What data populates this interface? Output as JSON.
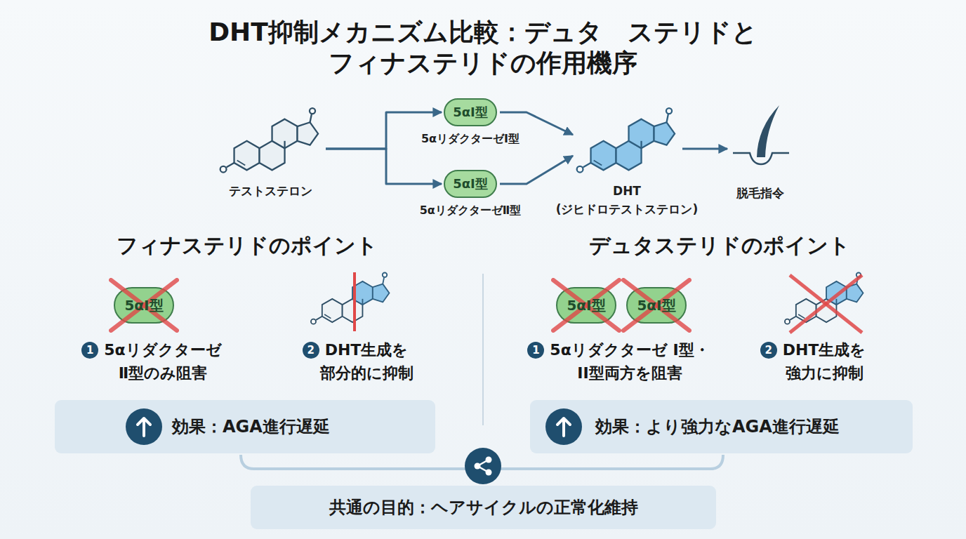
{
  "diagram": {
    "title": "DHT抑制メカニズム比較：デュタ　ステリドと フィナステリドの作用機序",
    "nodes": [
      {
        "text": [
          "テストステロン"
        ]
      },
      {
        "text": [
          "5αI型",
          "5αリダクターゼI型"
        ]
      },
      {
        "text": [
          "5αI型",
          "5αリダクターゼⅡ型"
        ]
      },
      {
        "text": [
          "DHT (ジヒドロテストステロン)"
        ]
      },
      {
        "text": [
          "脱毛指令"
        ]
      },
      {
        "text": [
          "5αI型"
        ]
      },
      {
        "text": [
          "5αI型"
        ]
      },
      {
        "text": [
          "5αI型"
        ]
      },
      {
        "text": [
          "効果：AGA進行遅延"
        ]
      },
      {
        "text": [
          "効果：より強力なAGA進行遅延"
        ]
      },
      {
        "text": [
          "共通の目的：ヘアサイクルの正常化維持"
        ]
      }
    ],
    "edges": [
      {
        "from": 0,
        "to": 1,
        "arrow": "to"
      },
      {
        "from": 0,
        "to": 2,
        "arrow": "to"
      },
      {
        "from": 1,
        "to": 3,
        "arrow": "to"
      },
      {
        "from": 2,
        "to": 3,
        "arrow": "to"
      },
      {
        "from": 3,
        "to": 4,
        "arrow": "to"
      }
    ],
    "labels": [
      "フィナステリドのポイント",
      "1",
      "5αリダクターゼ Ⅱ型のみ阻害",
      "2",
      "DHT生成を 部分的に抑制",
      "デュタステリドのポイント",
      "1",
      "5αリダクターゼ I型・II型両方を阻害",
      "2",
      "DHT生成を 強力に抑制"
    ]
  }
}
